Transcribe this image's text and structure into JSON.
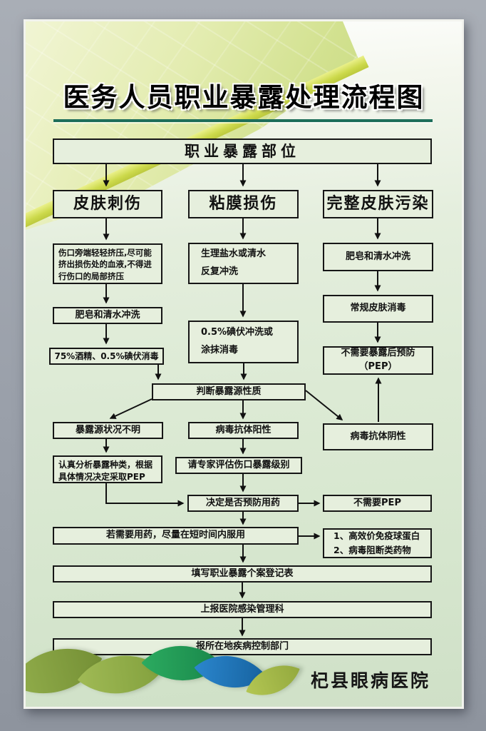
{
  "colors": {
    "frame_gray": "#9aa0aa",
    "poster_bg_green": "#dcead4",
    "box_fill": "#e6efdd",
    "box_border": "#161616",
    "title_rule_green": "#1d6e5a",
    "band_yellow_green": "#ccd94b",
    "leaf_olive": "#7c9c3c",
    "leaf_yellow_green": "#8fae47",
    "leaf_emerald": "#1e9b55",
    "leaf_blue": "#1d76bf"
  },
  "poster": {
    "title": "医务人员职业暴露处理流程图",
    "hospital": "杞县眼病医院",
    "flow": {
      "root": "职业暴露部位",
      "columns": [
        {
          "header": "皮肤刺伤",
          "steps": [
            {
              "text": "伤口旁端轻轻挤压,尽可能挤出损伤处的血液,不得进行伤口的局部挤压"
            },
            {
              "text": "肥皂和清水冲洗"
            },
            {
              "text": "75%酒精、0.5%碘伏消毒"
            }
          ]
        },
        {
          "header": "粘膜损伤",
          "steps": [
            {
              "lines": [
                "生理盐水或清水",
                "反复冲洗"
              ]
            },
            {
              "lines": [
                "0.5%碘伏冲洗或",
                "涂抹消毒"
              ]
            }
          ]
        },
        {
          "header": "完整皮肤污染",
          "steps": [
            {
              "text": "肥皂和清水冲洗"
            },
            {
              "text": "常规皮肤消毒"
            },
            {
              "lines": [
                "不需要暴露后预防",
                "（PEP）"
              ]
            }
          ]
        }
      ],
      "assess": {
        "judge": "判断暴露源性质",
        "source_unknown": "暴露源状况不明",
        "antibody_positive": "病毒抗体阳性",
        "antibody_negative": "病毒抗体阴性",
        "analyze_pep": "认真分析暴露种类，根据具体情况决定采取PEP",
        "expert_assess": "请专家评估伤口暴露级别",
        "decide_medication": "决定是否预防用药",
        "no_pep": "不需要PEP"
      },
      "followup": {
        "take_medicine": "若需要用药，尽量在短时间内服用",
        "drug_options": [
          "1、高效价免疫球蛋白",
          "2、病毒阻断类药物"
        ],
        "register": "填写职业暴露个案登记表",
        "report_infection_dept": "上报医院感染管理科",
        "report_cdc": "报所在地疾病控制部门"
      }
    }
  }
}
